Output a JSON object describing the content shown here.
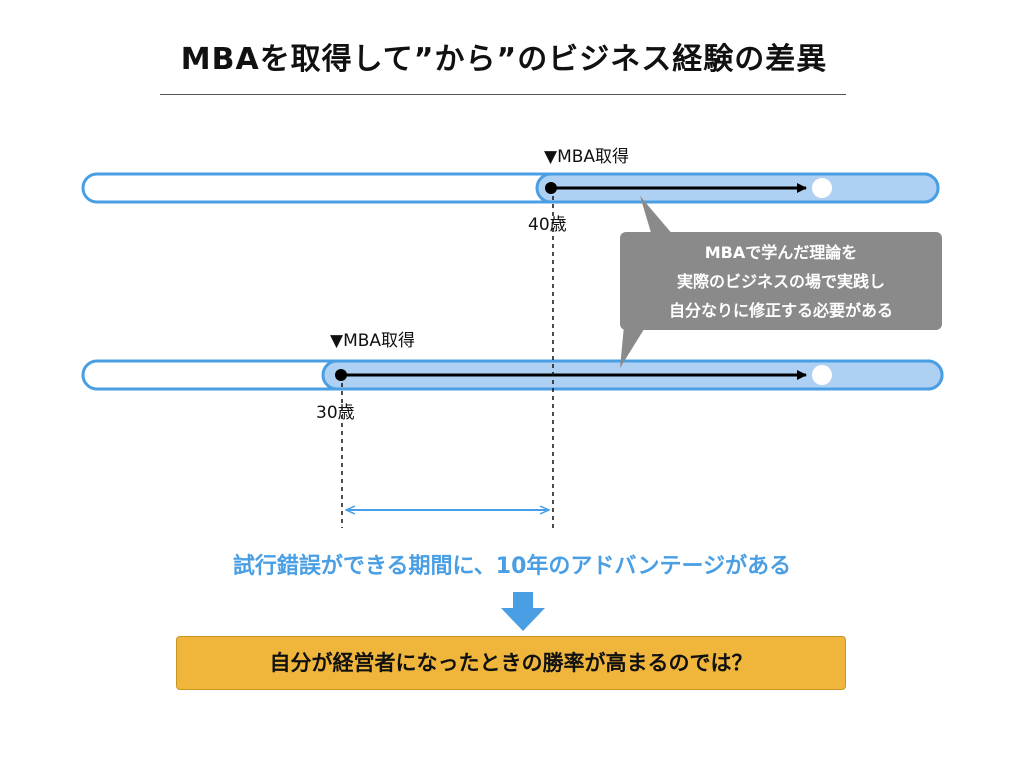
{
  "title": "MBAを取得して”から”のビジネス経験の差異",
  "timelines": [
    {
      "milestone_label": "▼MBA取得",
      "age_label": "40歳"
    },
    {
      "milestone_label": "▼MBA取得",
      "age_label": "30歳"
    }
  ],
  "callout": {
    "lines": [
      "MBAで学んだ理論を",
      "実際のビジネスの場で実践し",
      "自分なりに修正する必要がある"
    ]
  },
  "advantage_text": "試行錯誤ができる期間に、10年のアドバンテージがある",
  "conclusion_text": "自分が経営者になったときの勝率が高まるのでは？",
  "colors": {
    "bar_blue": "#4a9fe4",
    "bar_fill": "#aed0f3",
    "callout_gray": "#8a8a8a",
    "conclusion_gold": "#f0b63c",
    "advantage_text": "#4a9fe4"
  }
}
